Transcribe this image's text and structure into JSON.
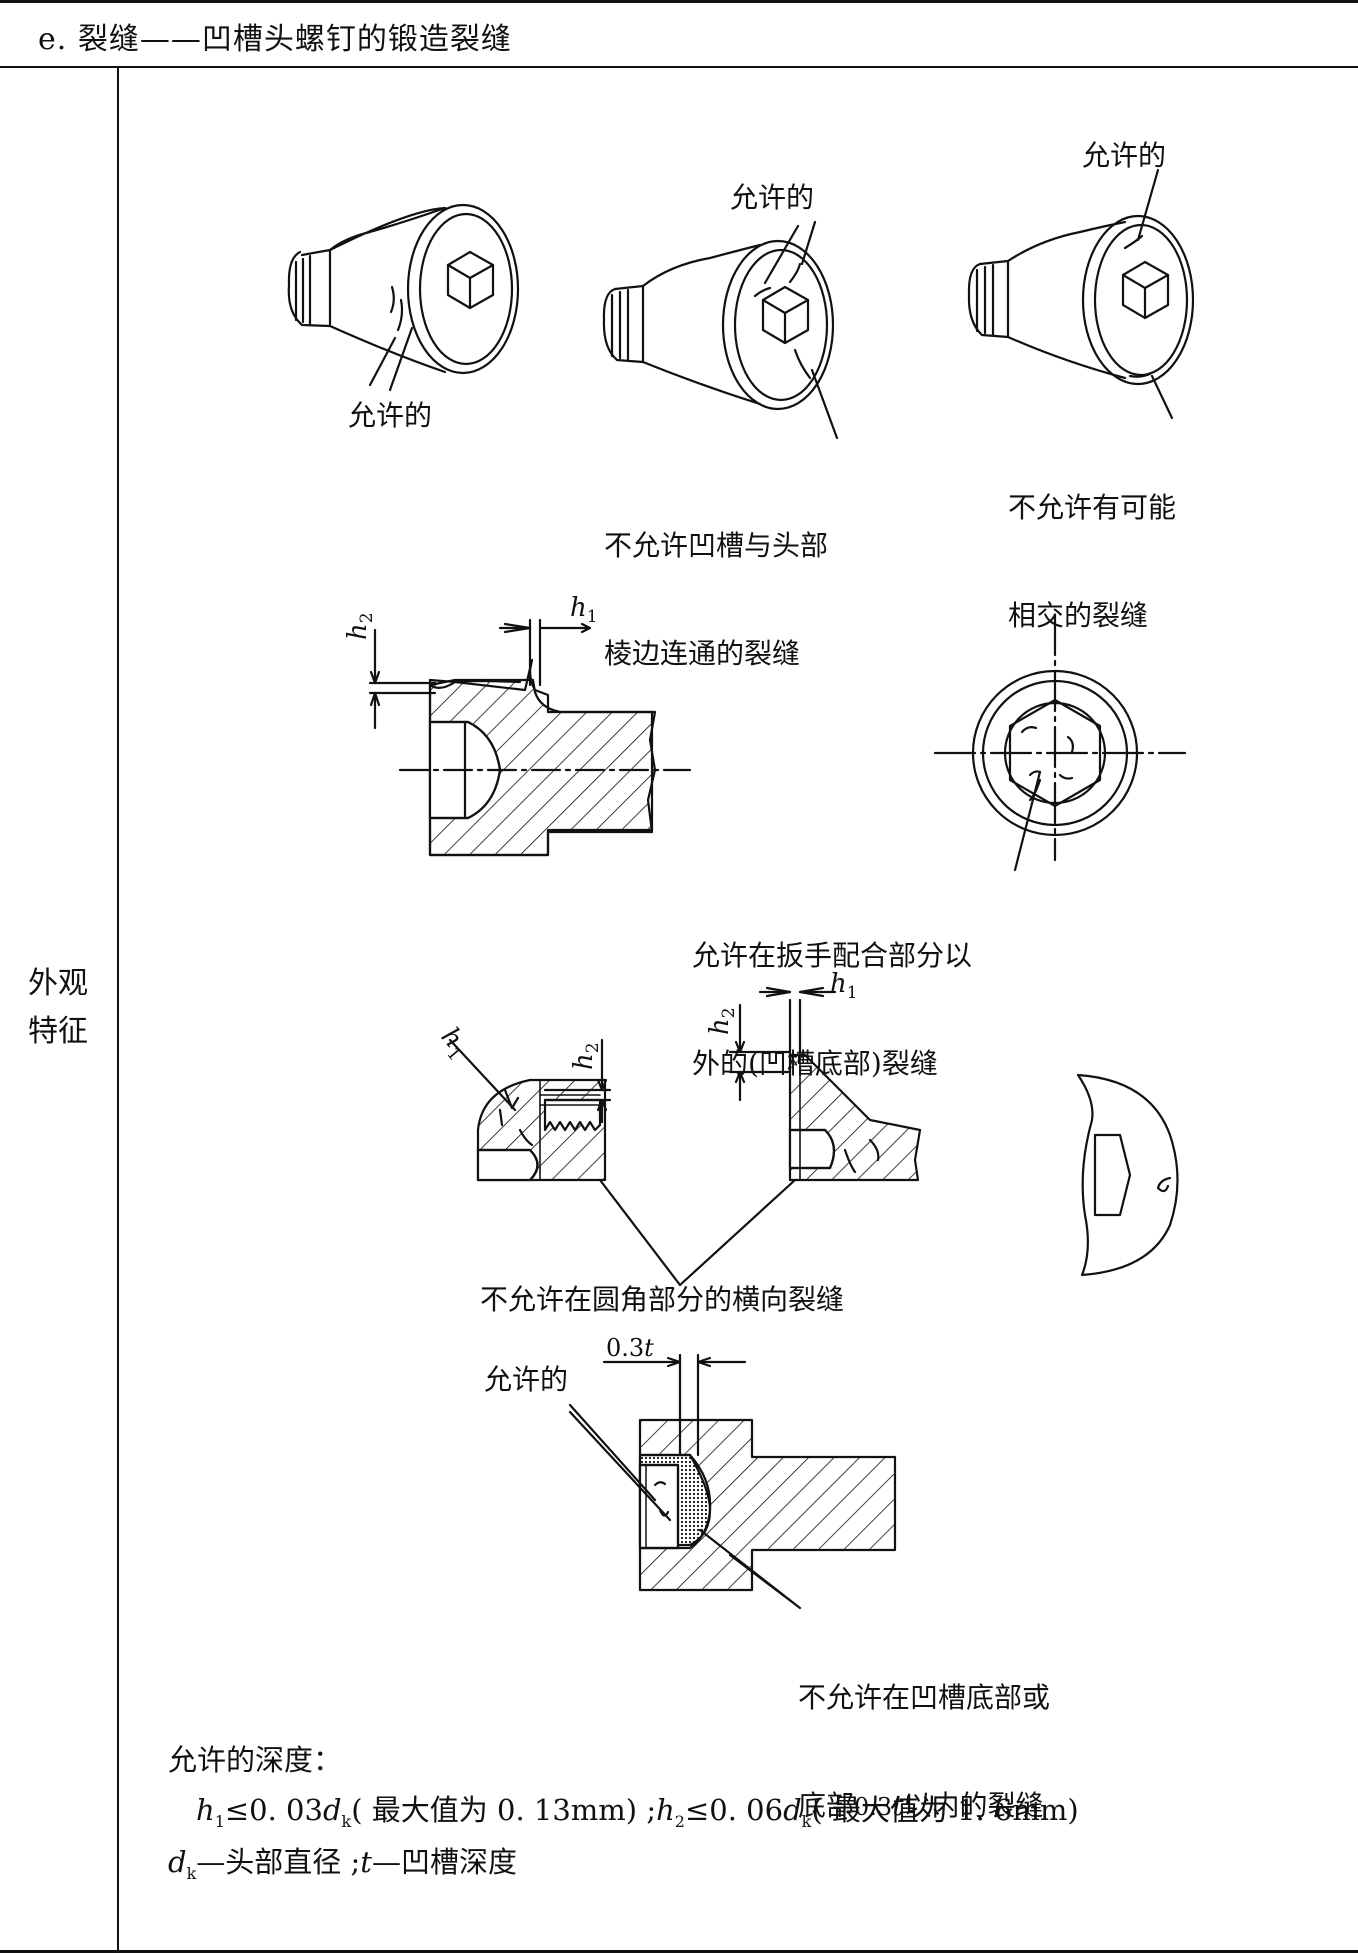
{
  "header": {
    "title": "e. 裂缝——凹槽头螺钉的锻造裂缝"
  },
  "row_label": {
    "line1": "外观",
    "line2": "特征"
  },
  "figure_labels": {
    "screw1_allowed": "允许的",
    "screw2_allowed": "允许的",
    "screw2_not_allowed_line1": "不允许凹槽与头部",
    "screw2_not_allowed_line2": "棱边连通的裂缝",
    "screw3_allowed": "允许的",
    "screw3_not_allowed_line1": "不允许有可能",
    "screw3_not_allowed_line2": "相交的裂缝",
    "section_h1": "h",
    "section_h1_sub": "1",
    "section_h2": "h",
    "section_h2_sub": "2",
    "endview_line1": "允许在扳手配合部分以",
    "endview_line2": "外的(凹槽底部)裂缝",
    "fillet_h1": "h",
    "fillet_h1_sub": "1",
    "fillet_h2": "h",
    "fillet_h2_sub": "2",
    "cone_h2": "h",
    "cone_h2_sub": "2",
    "cone_h1": "h",
    "cone_h1_sub": "1",
    "fillet_not_allowed": "不允许在圆角部分的横向裂缝",
    "dim_03t": "0.3",
    "dim_03t_t": "t",
    "bottom_allowed": "允许的",
    "bottom_not_allowed_line1": "不允许在凹槽底部或",
    "bottom_not_allowed_line2_a": "底部",
    "bottom_not_allowed_line2_b": "0.3",
    "bottom_not_allowed_line2_c": "t",
    "bottom_not_allowed_line2_d": "以内的裂缝"
  },
  "notes": {
    "heading": "允许的深度：",
    "formula_h1": "h",
    "formula_h1_sub": "1",
    "formula_part1": "≤0. 03",
    "formula_dk1": "d",
    "formula_dk1_sub": "k",
    "formula_part2": "( 最大值为 0. 13mm) ;",
    "formula_h2": "h",
    "formula_h2_sub": "2",
    "formula_part3": "≤0. 06",
    "formula_dk2": "d",
    "formula_dk2_sub": "k",
    "formula_part4": "( 最大值为 1. 6mm)",
    "def_dk": "d",
    "def_dk_sub": "k",
    "def_text1": "—头部直径 ;",
    "def_t": "t",
    "def_text2": "—凹槽深度"
  }
}
